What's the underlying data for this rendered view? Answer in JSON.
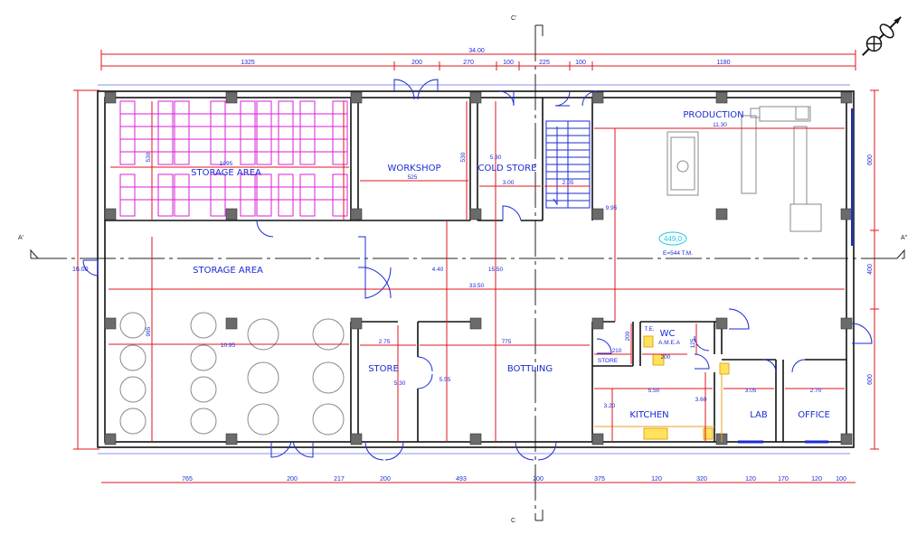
{
  "rooms": {
    "storage_top": "STORAGE AREA",
    "workshop": "WORKSHOP",
    "cold_store": "COLD STORE",
    "production": "PRODUCTION",
    "storage_mid": "STORAGE AREA",
    "store": "STORE",
    "bottling": "BOTTLING",
    "small_store": "STORE",
    "wc": "WC",
    "amea": "A.M.E.A",
    "te": "T.E.",
    "kitchen": "KITCHEN",
    "lab": "LAB",
    "office": "OFFICE"
  },
  "section_marks": {
    "top": "C'",
    "bottom": "C",
    "left": "A'",
    "right": "A''"
  },
  "level": {
    "value": "449,0",
    "elevation": "E=544 T.M."
  },
  "dims": {
    "overall": "34.00",
    "top": [
      "1325",
      "200",
      "270",
      "100",
      "225",
      "100",
      "1180"
    ],
    "bottom": [
      "765",
      "200",
      "217",
      "200",
      "493",
      "200",
      "375",
      "120",
      "320",
      "120",
      "170",
      "120",
      "100"
    ],
    "right": [
      "600",
      "400",
      "600"
    ],
    "left_height": "16.00",
    "inner_width": "33.50",
    "storage_width": "1095",
    "storage_height": "530",
    "storage_height_2": "530",
    "workshop_width": "525",
    "cold_h": "5.30",
    "cold_w": "3.00",
    "stair_w": "2.05",
    "prod_w": "11.30",
    "prod_h": "9.95",
    "mid_a": "4.40",
    "mid_b": "15.50",
    "lower_left_w": "10.95",
    "lower_left_h": "995",
    "store_w": "2.75",
    "store_h": "5.30",
    "store_h2": "5.55",
    "bottling_w": "775",
    "kitchen_w": "5.50",
    "kitchen_h": "3.20",
    "kitchen_h2": "3.60",
    "lab_w": "3.05",
    "office_w": "2.70",
    "store_small_w": "210",
    "store_small_h": "200",
    "wc_w": "200",
    "wc_h": "125"
  }
}
